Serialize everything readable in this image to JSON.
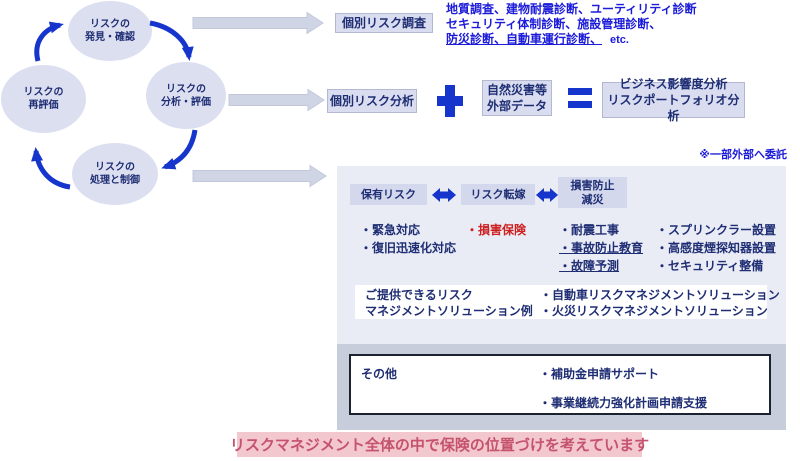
{
  "cycle": {
    "discover": {
      "line1": "リスクの",
      "line2": "発見・確認"
    },
    "analyze": {
      "line1": "リスクの",
      "line2": "分析・評価"
    },
    "control": {
      "line1": "リスクの",
      "line2": "処理と制御"
    },
    "reassess": {
      "line1": "リスクの",
      "line2": "再評価"
    }
  },
  "row1": {
    "box_label": "個別リスク調査",
    "notes_line1": "地質調査、建物耐震診断、ユーティリティ診断",
    "notes_line2": "セキュリティ体制診断、施設管理診断、",
    "notes_line3": "防災診断、自動車運行診断、",
    "notes_line3_suffix": "etc."
  },
  "row2": {
    "box_label": "個別リスク分析",
    "external_line1": "自然災害等",
    "external_line2": "外部データ",
    "result_line1": "ビジネス影響度分析",
    "result_line2": "リスクポートフォリオ分析"
  },
  "outsource_note": "※一部外部へ委託",
  "panel": {
    "header_retain": "保有リスク",
    "header_transfer": "リスク転嫁",
    "header_prevent_line1": "損害防止",
    "header_prevent_line2": "減災",
    "col1": [
      "・緊急対応",
      "・復旧迅速化対応"
    ],
    "col2": [
      "・損害保険"
    ],
    "col3": [
      "・耐震工事",
      "・事故防止教育",
      "・故障予測"
    ],
    "col4": [
      "・スプリンクラー設置",
      "・高感度煙探知器設置",
      "・セキュリティ整備"
    ],
    "solutions": {
      "label_line1": "ご提供できるリスク",
      "label_line2": "マネジメントソリューション例",
      "items": [
        "・自動車リスクマネジメントソリューション",
        "・火災リスクマネジメントソリューション"
      ]
    },
    "others": {
      "label": "その他",
      "items": [
        "・補助金申請サポート",
        "・事業継続力強化計画申請支援"
      ]
    }
  },
  "banner": "リスクマネジメント全体の中で保険の位置づけを考えています",
  "icons": {
    "plus": "plus-icon",
    "equals": "equals-icon",
    "swap": "double-arrow-icon"
  },
  "colors": {
    "navy": "#1f2e74",
    "accent_blue": "#1535cc",
    "note_blue": "#1b1bd9",
    "red": "#cc2020",
    "ellipse_fill": "#dcdff0",
    "box_fill": "#d9ddef",
    "panel_fill": "#eaecf5",
    "band_fill": "#c7cdda",
    "banner_bg": "#f3c7ce",
    "banner_text": "#c5536d"
  }
}
